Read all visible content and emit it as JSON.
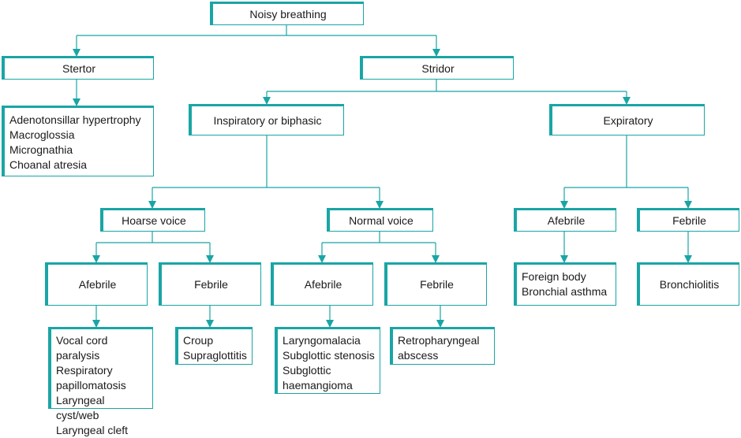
{
  "diagram": {
    "accent_color": "#1aa5a5",
    "nodes": {
      "root": "Noisy breathing",
      "stertor": "Stertor",
      "stridor": "Stridor",
      "stertor_causes": [
        "Adenotonsillar hypertrophy",
        "Macroglossia",
        "Micrognathia",
        "Choanal atresia"
      ],
      "inspiratory": "Inspiratory or biphasic",
      "expiratory": "Expiratory",
      "hoarse": "Hoarse voice",
      "normal": "Normal voice",
      "exp_afebrile": "Afebrile",
      "exp_febrile": "Febrile",
      "hoarse_afebrile": "Afebrile",
      "hoarse_febrile": "Febrile",
      "normal_afebrile": "Afebrile",
      "normal_febrile": "Febrile",
      "exp_afebrile_causes": [
        "Foreign body",
        "Bronchial asthma"
      ],
      "exp_febrile_causes": [
        "Bronchiolitis"
      ],
      "hoarse_afebrile_causes": [
        "Vocal cord paralysis",
        "Respiratory",
        "papillomatosis",
        "Laryngeal cyst/web",
        "Laryngeal cleft"
      ],
      "hoarse_febrile_causes": [
        "Croup",
        "Supraglottitis"
      ],
      "normal_afebrile_causes": [
        "Laryngomalacia",
        "Subglottic stenosis",
        "Subglottic",
        "haemangioma"
      ],
      "normal_febrile_causes": [
        "Retropharyngeal",
        "abscess"
      ]
    }
  }
}
